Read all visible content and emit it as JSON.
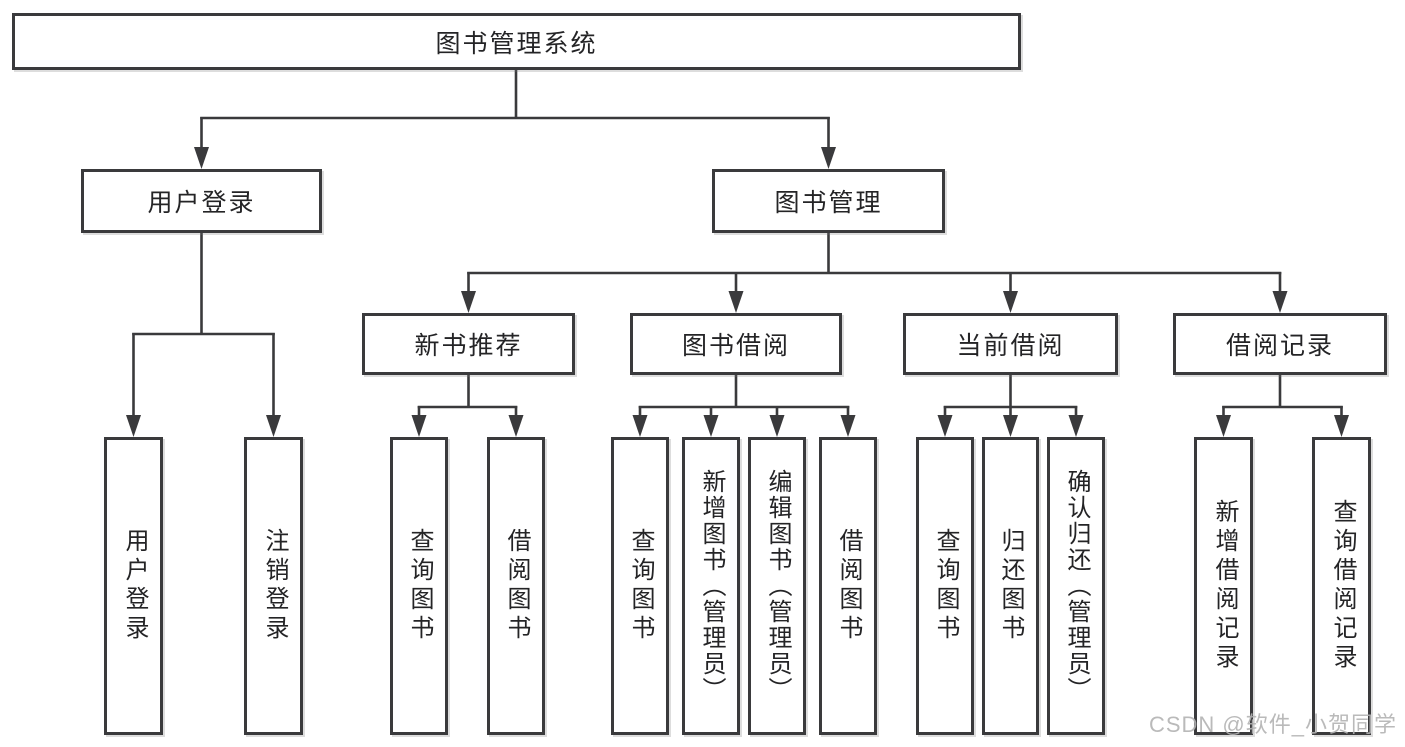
{
  "diagram": {
    "type": "hierarchy-tree",
    "orientation": "top-down",
    "line_color": "#3a3a3c",
    "box_background": "#ffffff",
    "text_color": "#242426"
  },
  "tree": {
    "root": {
      "label": "图书管理系统",
      "children": [
        {
          "label": "用户登录",
          "children": [
            {
              "label": "用户登录"
            },
            {
              "label": "注销登录"
            }
          ]
        },
        {
          "label": "图书管理",
          "children": [
            {
              "label": "新书推荐",
              "children": [
                {
                  "label": "查询图书"
                },
                {
                  "label": "借阅图书"
                }
              ]
            },
            {
              "label": "图书借阅",
              "children": [
                {
                  "label": "查询图书"
                },
                {
                  "label": "新增图书（管理员）"
                },
                {
                  "label": "编辑图书（管理员）"
                },
                {
                  "label": "借阅图书"
                }
              ]
            },
            {
              "label": "当前借阅",
              "children": [
                {
                  "label": "查询图书"
                },
                {
                  "label": "归还图书"
                },
                {
                  "label": "确认归还（管理员）"
                }
              ]
            },
            {
              "label": "借阅记录",
              "children": [
                {
                  "label": "新增借阅记录"
                },
                {
                  "label": "查询借阅记录"
                }
              ]
            }
          ]
        }
      ]
    }
  },
  "watermark": {
    "text": "CSDN @软件_小贺同学",
    "color": "#b2b2b2"
  }
}
